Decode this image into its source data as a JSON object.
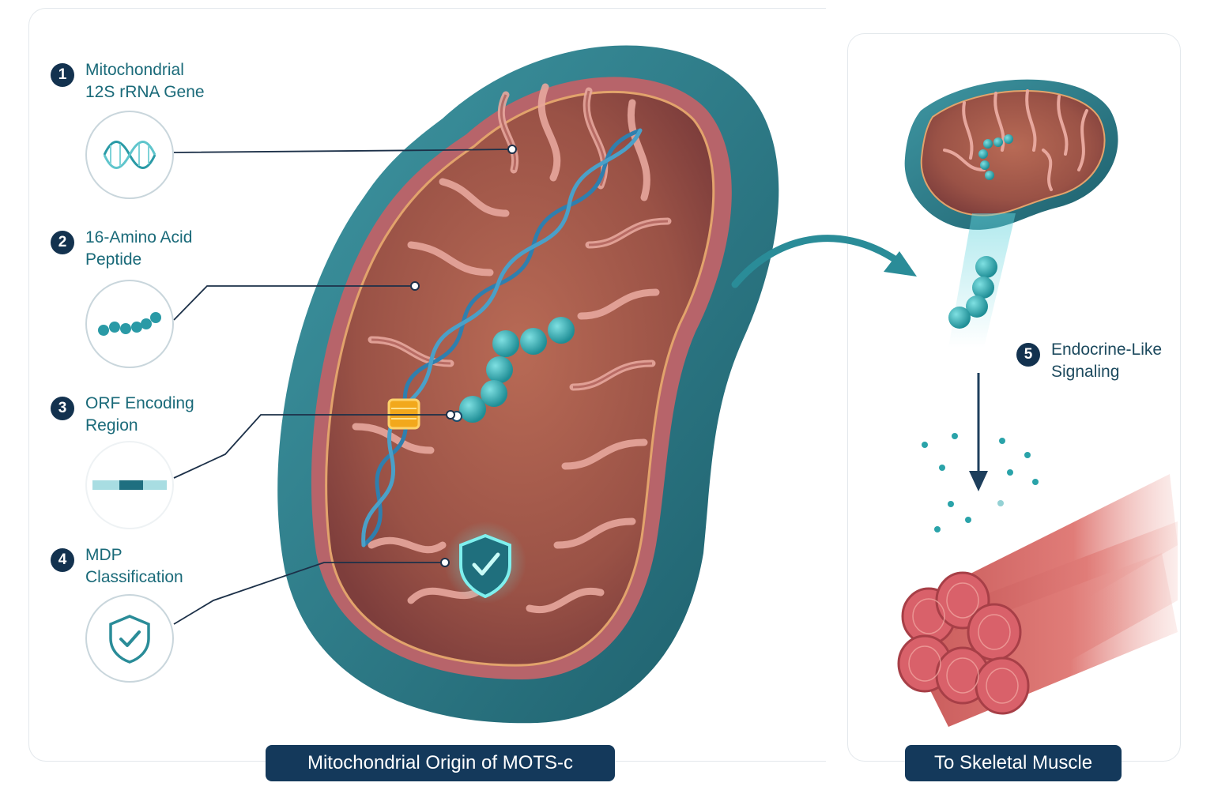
{
  "steps": [
    {
      "number": "1",
      "label": "Mitochondrial\n12S rRNA Gene",
      "icon": "dna-helix-icon"
    },
    {
      "number": "2",
      "label": "16-Amino Acid\nPeptide",
      "icon": "peptide-chain-icon"
    },
    {
      "number": "3",
      "label": "ORF Encoding\nRegion",
      "icon": "orf-bar-icon"
    },
    {
      "number": "4",
      "label": "MDP\nClassification",
      "icon": "shield-check-icon"
    },
    {
      "number": "5",
      "label": "Endocrine-Like\nSignaling",
      "icon": "arrow-down-icon"
    }
  ],
  "captions": {
    "left": "Mitochondrial Origin of MOTS-c",
    "right": "To Skeletal Muscle"
  },
  "colors": {
    "navy": "#14395b",
    "teal": "#2a8c98",
    "outer_membrane": "#2b7b86",
    "matrix": "#a55a4c",
    "cristae": "#c97a6d",
    "muscle": "#d86a6a",
    "orf_highlight": "#f2a81c"
  }
}
